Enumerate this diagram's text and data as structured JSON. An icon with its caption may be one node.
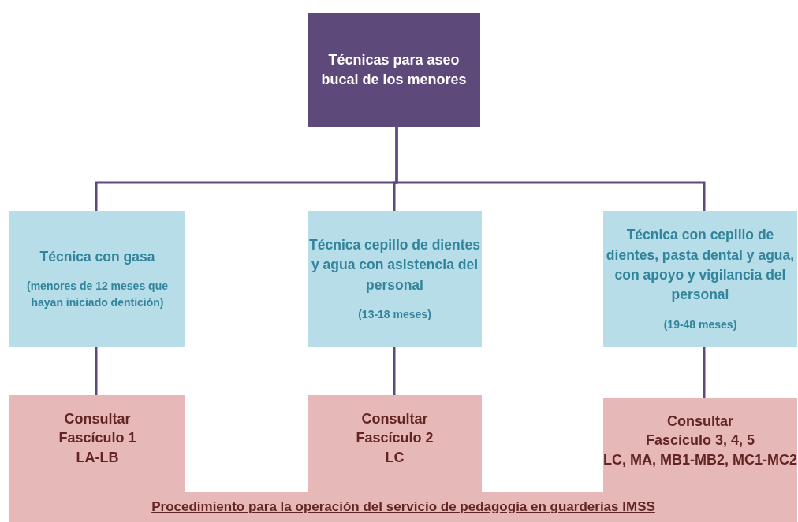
{
  "diagram": {
    "nodes": [
      {
        "text": [
          "Técnicas para aseo bucal de los menores"
        ]
      },
      {
        "text": [
          "Técnica con gasa",
          "(menores de 12 meses que hayan iniciado dentición)"
        ]
      },
      {
        "text": [
          "Técnica cepillo de dientes y agua con asistencia del personal",
          "(13-18 meses)"
        ]
      },
      {
        "text": [
          "Técnica con cepillo de dientes, pasta dental y agua, con apoyo y vigilancia del personal",
          "(19-48 meses)"
        ]
      },
      {
        "text": [
          "Consultar",
          "Fascículo 1",
          "LA-LB"
        ]
      },
      {
        "text": [
          "Consultar",
          "Fascículo 2",
          "LC"
        ]
      },
      {
        "text": [
          "Consultar",
          "Fascículo 3, 4, 5",
          "LC, MA, MB1-MB2, MC1-MC2"
        ]
      },
      {
        "text": [
          "Procedimiento para la operación del servicio de pedagogía en guarderías IMSS"
        ]
      }
    ],
    "edges": [
      {
        "from": 0,
        "to": 1,
        "arrow": "none"
      },
      {
        "from": 0,
        "to": 2,
        "arrow": "none"
      },
      {
        "from": 0,
        "to": 3,
        "arrow": "none"
      },
      {
        "from": 1,
        "to": 4,
        "arrow": "none"
      },
      {
        "from": 2,
        "to": 5,
        "arrow": "none"
      },
      {
        "from": 3,
        "to": 6,
        "arrow": "none"
      }
    ]
  }
}
